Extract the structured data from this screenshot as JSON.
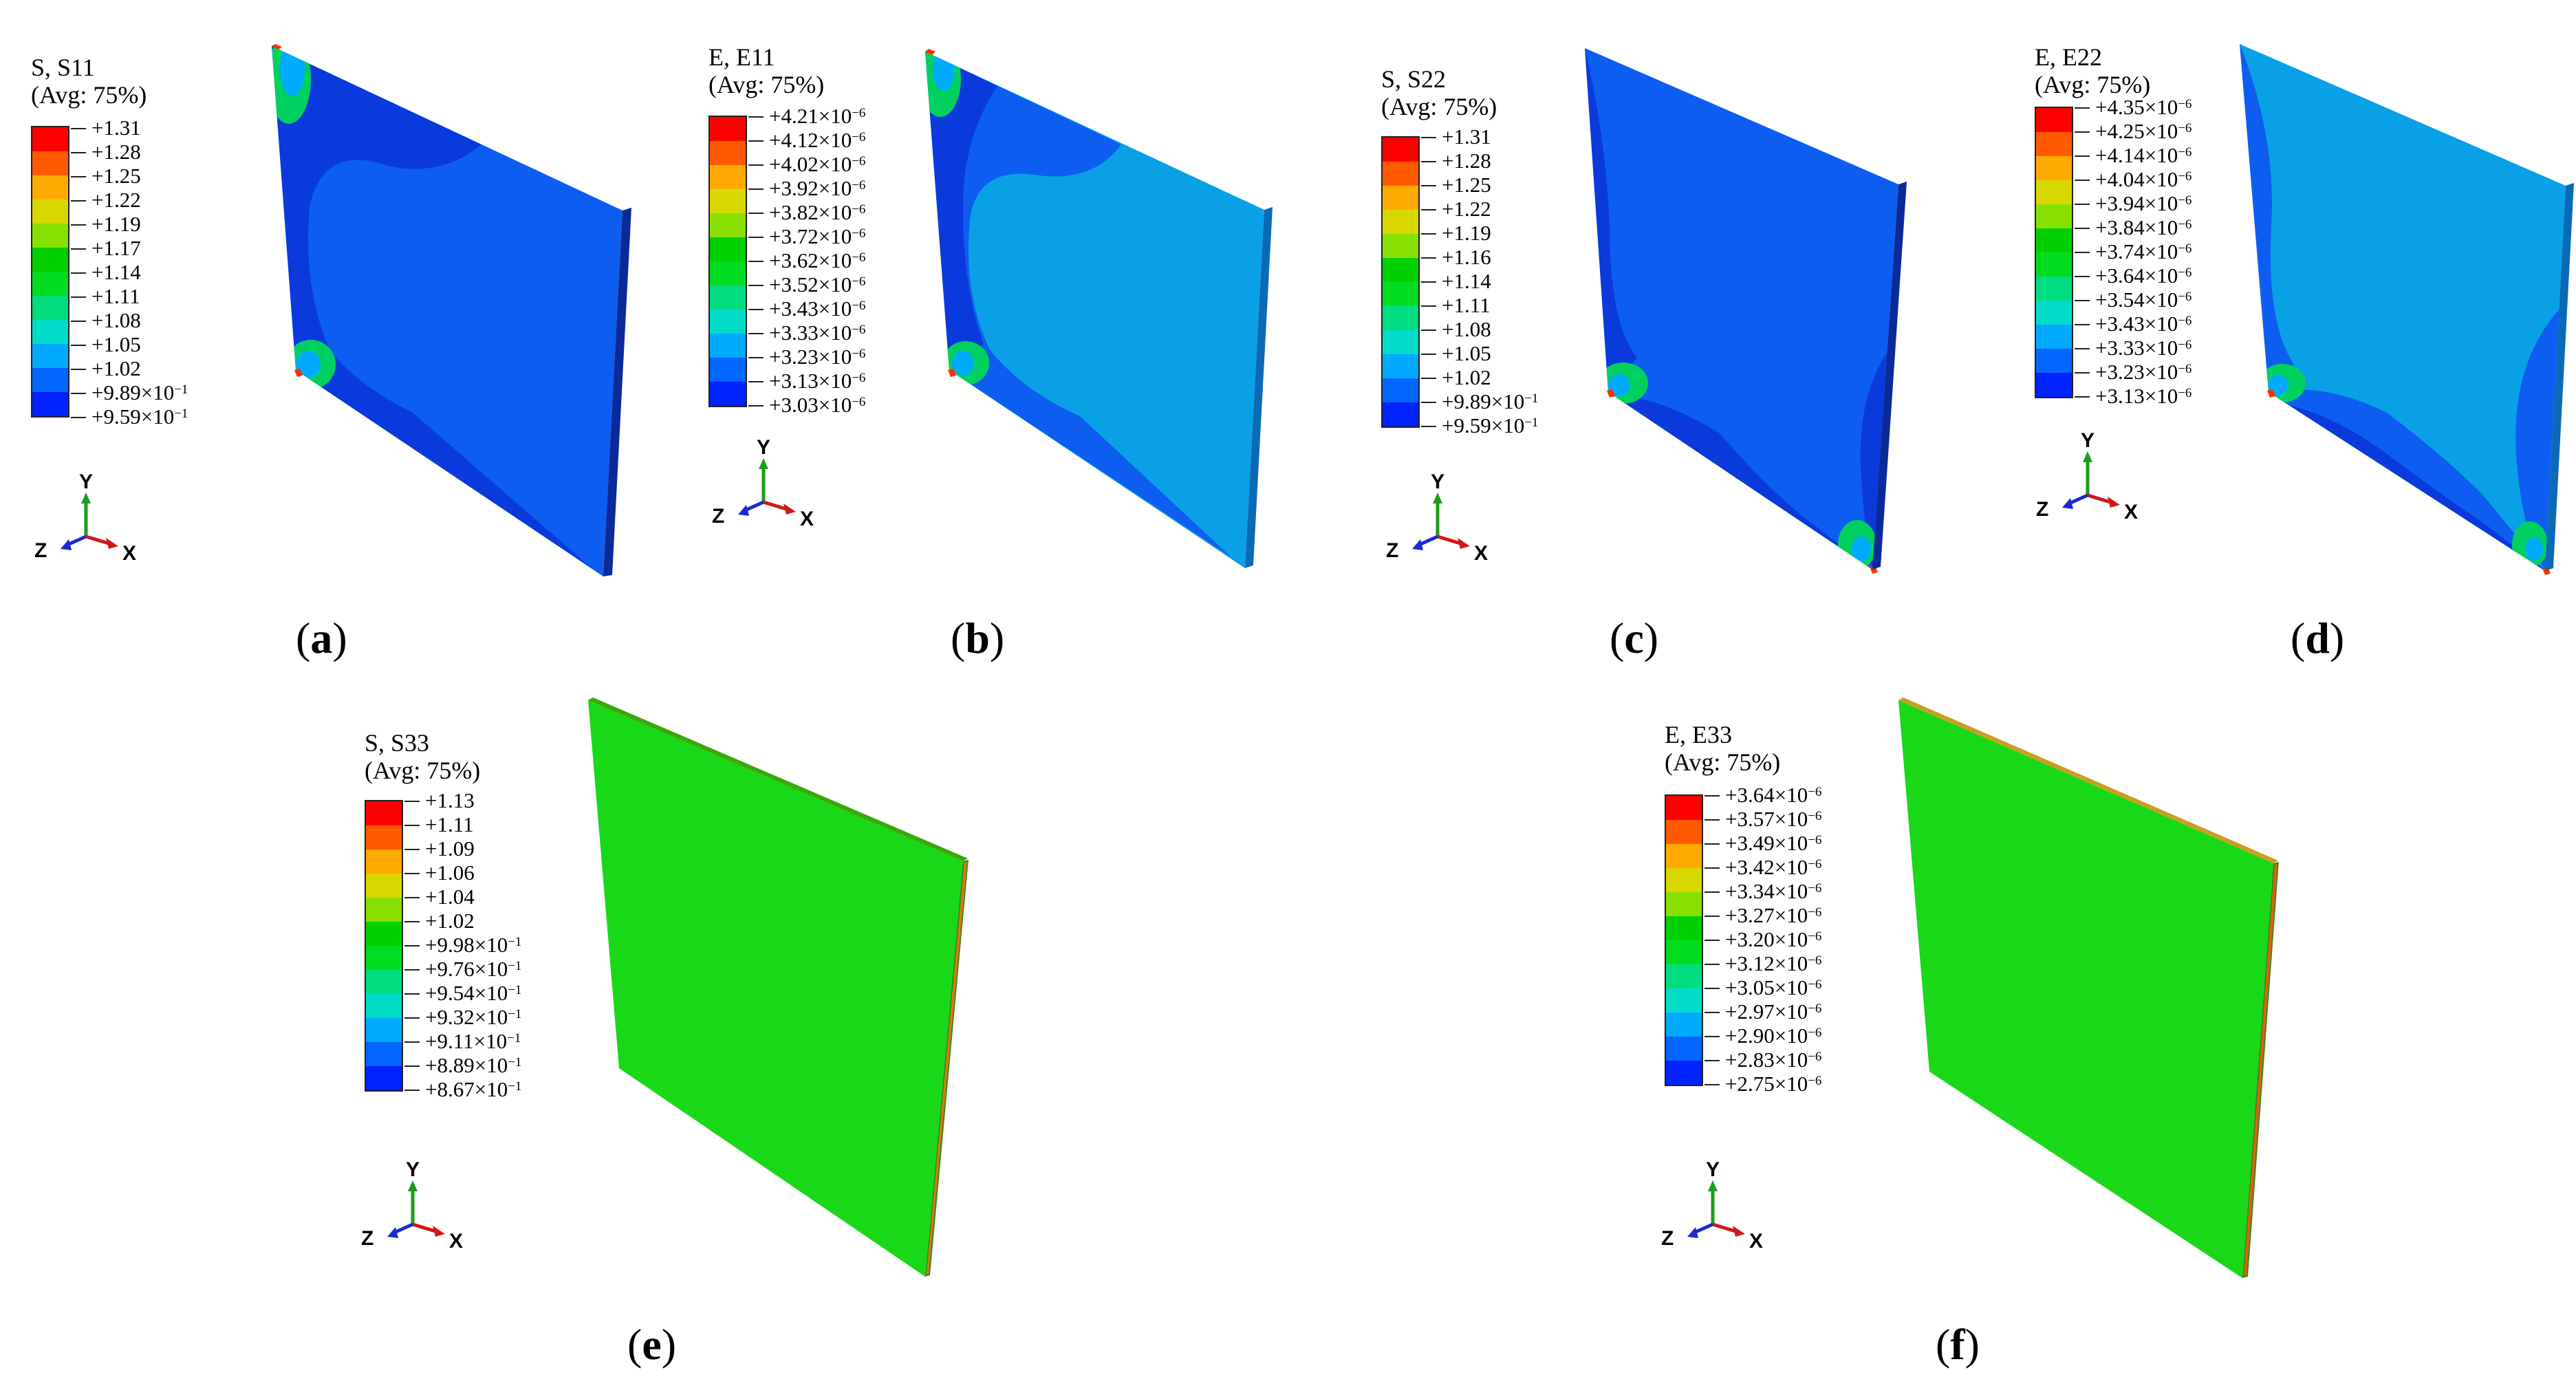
{
  "colors": {
    "legend_bands": [
      "#ff0000",
      "#ff5a00",
      "#ffaa00",
      "#d8d800",
      "#88e000",
      "#00d000",
      "#00dc20",
      "#00dc80",
      "#00dcc8",
      "#00aaff",
      "#0066ff",
      "#0022ff"
    ],
    "dark_blue": "#0a3adc",
    "mid_blue": "#0d5ef0",
    "light_blue": "#0aa0e6",
    "green": "#18d818",
    "edge_dark": "#0a2a9a"
  },
  "axis_triad": {
    "y": "Y",
    "z": "Z",
    "x": "X"
  },
  "panels": [
    {
      "id": "a",
      "caption": "a",
      "legend_title": "S, S11",
      "legend_avg": "(Avg: 75%)",
      "ticks": [
        "+1.31",
        "+1.28",
        "+1.25",
        "+1.22",
        "+1.19",
        "+1.17",
        "+1.14",
        "+1.11",
        "+1.08",
        "+1.05",
        "+1.02",
        "+9.89×10",
        "+9.59×10"
      ],
      "exponents": [
        "",
        "",
        "",
        "",
        "",
        "",
        "",
        "",
        "",
        "",
        "",
        "−1",
        "−1"
      ]
    },
    {
      "id": "b",
      "caption": "b",
      "legend_title": "E, E11",
      "legend_avg": "(Avg: 75%)",
      "ticks": [
        "+4.21×10",
        "+4.12×10",
        "+4.02×10",
        "+3.92×10",
        "+3.82×10",
        "+3.72×10",
        "+3.62×10",
        "+3.52×10",
        "+3.43×10",
        "+3.33×10",
        "+3.23×10",
        "+3.13×10",
        "+3.03×10"
      ],
      "exponents": [
        "−6",
        "−6",
        "−6",
        "−6",
        "−6",
        "−6",
        "−6",
        "−6",
        "−6",
        "−6",
        "−6",
        "−6",
        "−6"
      ]
    },
    {
      "id": "c",
      "caption": "c",
      "legend_title": "S, S22",
      "legend_avg": "(Avg: 75%)",
      "ticks": [
        "+1.31",
        "+1.28",
        "+1.25",
        "+1.22",
        "+1.19",
        "+1.16",
        "+1.14",
        "+1.11",
        "+1.08",
        "+1.05",
        "+1.02",
        "+9.89×10",
        "+9.59×10"
      ],
      "exponents": [
        "",
        "",
        "",
        "",
        "",
        "",
        "",
        "",
        "",
        "",
        "",
        "−1",
        "−1"
      ]
    },
    {
      "id": "d",
      "caption": "d",
      "legend_title": "E, E22",
      "legend_avg": "(Avg: 75%)",
      "ticks": [
        "+4.35×10",
        "+4.25×10",
        "+4.14×10",
        "+4.04×10",
        "+3.94×10",
        "+3.84×10",
        "+3.74×10",
        "+3.64×10",
        "+3.54×10",
        "+3.43×10",
        "+3.33×10",
        "+3.23×10",
        "+3.13×10"
      ],
      "exponents": [
        "−6",
        "−6",
        "−6",
        "−6",
        "−6",
        "−6",
        "−6",
        "−6",
        "−6",
        "−6",
        "−6",
        "−6",
        "−6"
      ]
    },
    {
      "id": "e",
      "caption": "e",
      "legend_title": "S, S33",
      "legend_avg": "(Avg: 75%)",
      "ticks": [
        "+1.13",
        "+1.11",
        "+1.09",
        "+1.06",
        "+1.04",
        "+1.02",
        "+9.98×10",
        "+9.76×10",
        "+9.54×10",
        "+9.32×10",
        "+9.11×10",
        "+8.89×10",
        "+8.67×10"
      ],
      "exponents": [
        "",
        "",
        "",
        "",
        "",
        "",
        "−1",
        "−1",
        "−1",
        "−1",
        "−1",
        "−1",
        "−1"
      ]
    },
    {
      "id": "f",
      "caption": "f",
      "legend_title": "E, E33",
      "legend_avg": "(Avg: 75%)",
      "ticks": [
        "+3.64×10",
        "+3.57×10",
        "+3.49×10",
        "+3.42×10",
        "+3.34×10",
        "+3.27×10",
        "+3.20×10",
        "+3.12×10",
        "+3.05×10",
        "+2.97×10",
        "+2.90×10",
        "+2.83×10",
        "+2.75×10"
      ],
      "exponents": [
        "−6",
        "−6",
        "−6",
        "−6",
        "−6",
        "−6",
        "−6",
        "−6",
        "−6",
        "−6",
        "−6",
        "−6",
        "−6"
      ]
    }
  ]
}
